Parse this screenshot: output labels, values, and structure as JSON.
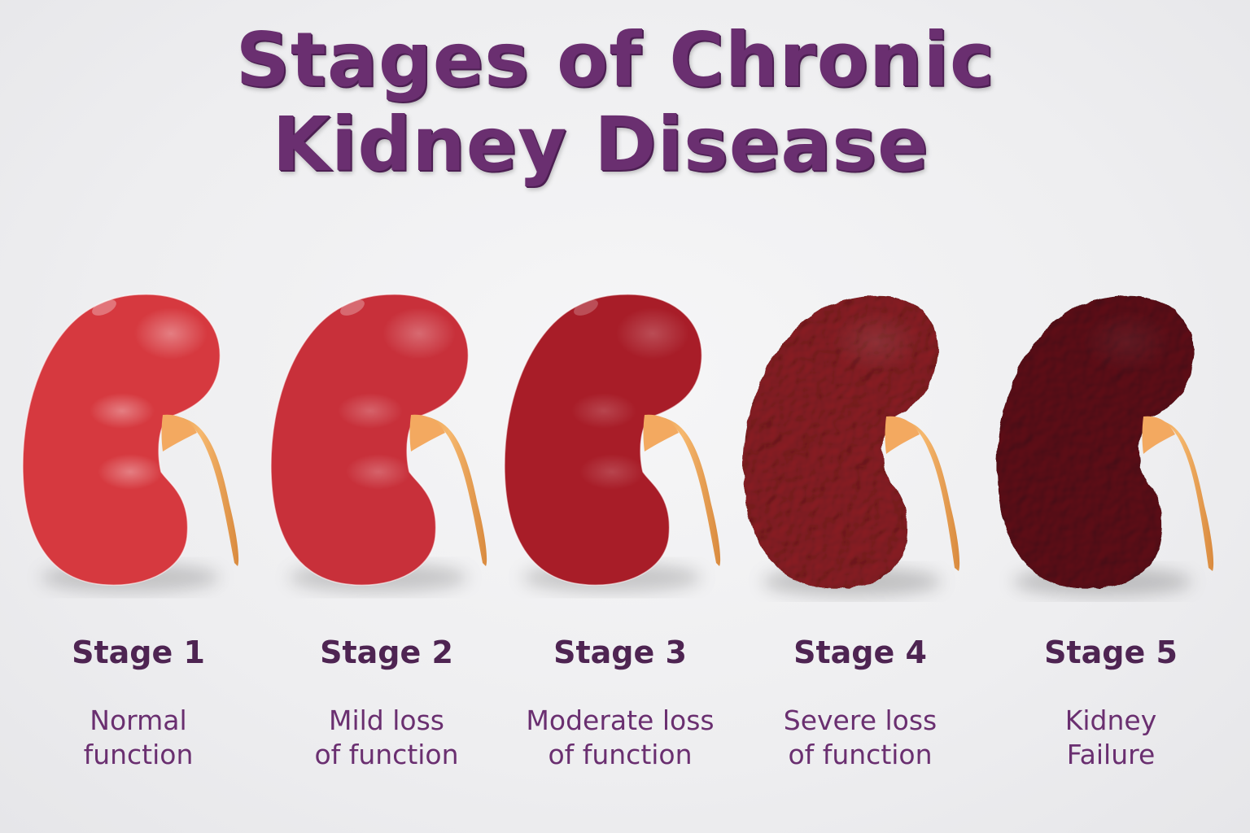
{
  "title": {
    "line1": "Stages of Chronic",
    "line2": "Kidney Disease",
    "color": "#6a2f70"
  },
  "stages": [
    {
      "label": "Stage 1",
      "desc_line1": "Normal",
      "desc_line2": "function",
      "kidney_color": "#d6393f",
      "texture": "smooth",
      "icon": "kidney-icon"
    },
    {
      "label": "Stage 2",
      "desc_line1": "Mild loss",
      "desc_line2": "of function",
      "kidney_color": "#c8303a",
      "texture": "smooth",
      "icon": "kidney-icon"
    },
    {
      "label": "Stage 3",
      "desc_line1": "Moderate loss",
      "desc_line2": "of function",
      "kidney_color": "#a81d28",
      "texture": "smooth",
      "icon": "kidney-icon"
    },
    {
      "label": "Stage 4",
      "desc_line1": "Severe loss",
      "desc_line2": "of function",
      "kidney_color": "#8a1a22",
      "texture": "bumpy",
      "icon": "kidney-icon"
    },
    {
      "label": "Stage 5",
      "desc_line1": "Kidney",
      "desc_line2": "Failure",
      "kidney_color": "#5e1018",
      "texture": "bumpy",
      "icon": "kidney-icon"
    }
  ],
  "ureter_color": "#f0a95c",
  "text_color": "#4e2452"
}
